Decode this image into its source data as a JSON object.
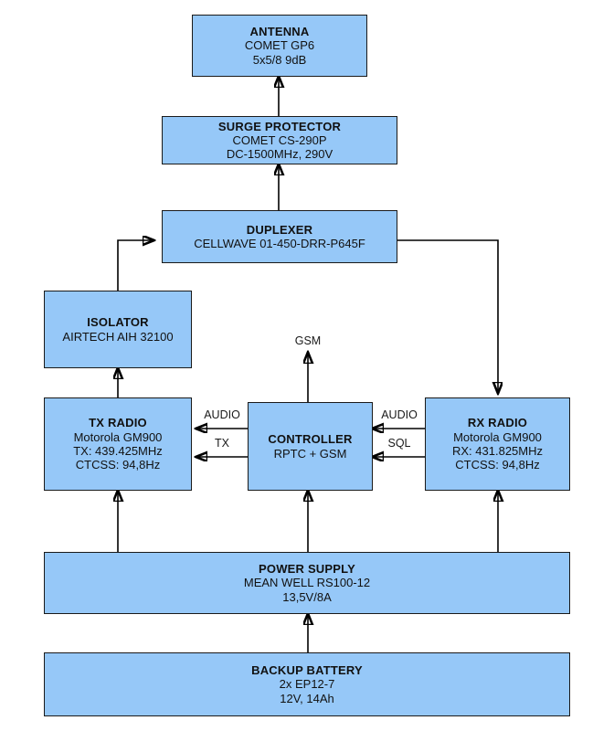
{
  "diagram": {
    "type": "block-diagram",
    "background_color": "#ffffff",
    "node_fill_color": "#96c8f8",
    "node_border_color": "#1a1a1a",
    "wire_color": "#000000",
    "nodes": {
      "antenna": {
        "title": "ANTENNA",
        "line2": "COMET GP6",
        "line3": "5x5/8 9dB"
      },
      "surge_protector": {
        "title": "SURGE PROTECTOR",
        "line2": "COMET CS-290P",
        "line3": "DC-1500MHz, 290V"
      },
      "duplexer": {
        "title": "DUPLEXER",
        "line2": "CELLWAVE 01-450-DRR-P645F",
        "line3": ""
      },
      "isolator": {
        "title": "ISOLATOR",
        "line2": "AIRTECH AIH 32100",
        "line3": ""
      },
      "tx_radio": {
        "title": "TX RADIO",
        "line2": "Motorola GM900",
        "line3": "TX: 439.425MHz",
        "line4": "CTCSS: 94,8Hz"
      },
      "controller": {
        "title": "CONTROLLER",
        "line2": "RPTC + GSM",
        "line3": ""
      },
      "rx_radio": {
        "title": "RX RADIO",
        "line2": "Motorola GM900",
        "line3": "RX: 431.825MHz",
        "line4": "CTCSS: 94,8Hz"
      },
      "power_supply": {
        "title": "POWER SUPPLY",
        "line2": "MEAN WELL RS100-12",
        "line3": "13,5V/8A"
      },
      "backup_battery": {
        "title": "BACKUP BATTERY",
        "line2": "2x EP12-7",
        "line3": "12V, 14Ah"
      }
    },
    "edge_labels": {
      "gsm": "GSM",
      "audio_tx": "AUDIO",
      "tx": "TX",
      "audio_rx": "AUDIO",
      "sql": "SQL"
    }
  }
}
